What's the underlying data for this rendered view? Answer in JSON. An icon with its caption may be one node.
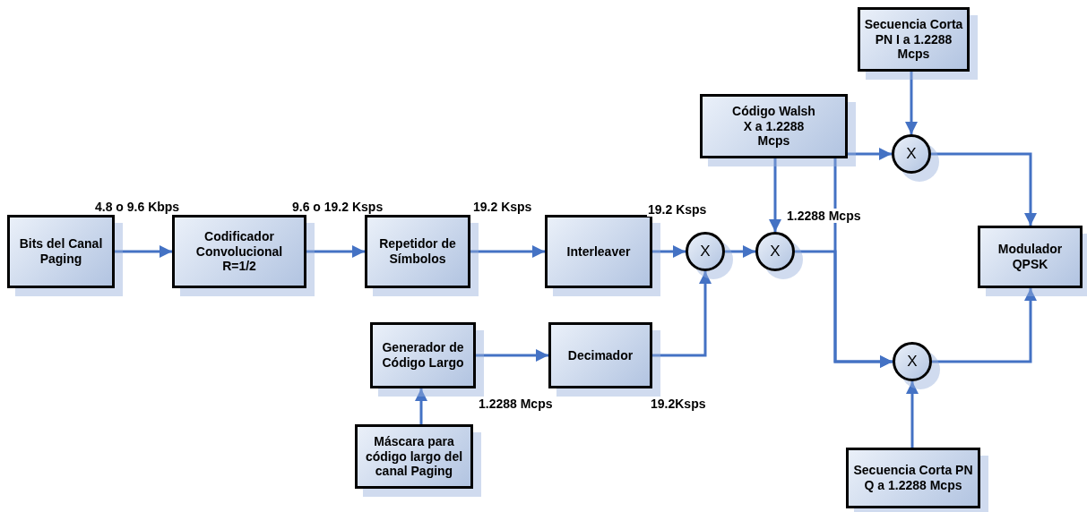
{
  "diagram": {
    "nodes": [
      {
        "text": [
          "Bits del Canal Paging"
        ]
      },
      {
        "text": [
          "Codificador Convolucional R=1/2"
        ]
      },
      {
        "text": [
          "Repetidor de Símbolos"
        ]
      },
      {
        "text": [
          "Interleaver"
        ]
      },
      {
        "text": [
          "X"
        ]
      },
      {
        "text": [
          "X"
        ]
      },
      {
        "text": [
          "Generador de Código Largo"
        ]
      },
      {
        "text": [
          "Decimador"
        ]
      },
      {
        "text": [
          "Máscara para código largo del canal Paging"
        ]
      },
      {
        "text": [
          "Código Walsh X a 1.2288 Mcps"
        ]
      },
      {
        "text": [
          "Secuencia Corta PN I a 1.2288 Mcps"
        ]
      },
      {
        "text": [
          "X"
        ]
      },
      {
        "text": [
          "Modulador QPSK"
        ]
      },
      {
        "text": [
          "X"
        ]
      },
      {
        "text": [
          "Secuencia Corta PN Q a 1.2288 Mcps"
        ]
      }
    ],
    "edges": [
      {
        "from": 0,
        "to": 1,
        "arrow": "to"
      },
      {
        "from": 1,
        "to": 2,
        "arrow": "to"
      },
      {
        "from": 2,
        "to": 3,
        "arrow": "to"
      },
      {
        "from": 3,
        "to": 4,
        "arrow": "to"
      },
      {
        "from": 4,
        "to": 5,
        "arrow": "to"
      },
      {
        "from": 7,
        "to": 4,
        "arrow": "to"
      },
      {
        "from": 6,
        "to": 7,
        "arrow": "to"
      },
      {
        "from": 8,
        "to": 6,
        "arrow": "to"
      },
      {
        "from": 9,
        "to": 5,
        "arrow": "to"
      },
      {
        "from": 9,
        "to": 11,
        "arrow": "to"
      },
      {
        "from": 9,
        "to": 13,
        "arrow": "to"
      },
      {
        "from": 5,
        "to": 13,
        "arrow": "to"
      },
      {
        "from": 10,
        "to": 11,
        "arrow": "to"
      },
      {
        "from": 14,
        "to": 13,
        "arrow": "to"
      },
      {
        "from": 11,
        "to": 12,
        "arrow": "to"
      },
      {
        "from": 13,
        "to": 12,
        "arrow": "to"
      }
    ],
    "labels": [
      "4.8 o 9.6 Kbps",
      "9.6 o 19.2 Ksps",
      "19.2 Ksps",
      "19.2 Ksps",
      "1.2288 Mcps",
      "1.2288 Mcps",
      "19.2Ksps"
    ]
  }
}
